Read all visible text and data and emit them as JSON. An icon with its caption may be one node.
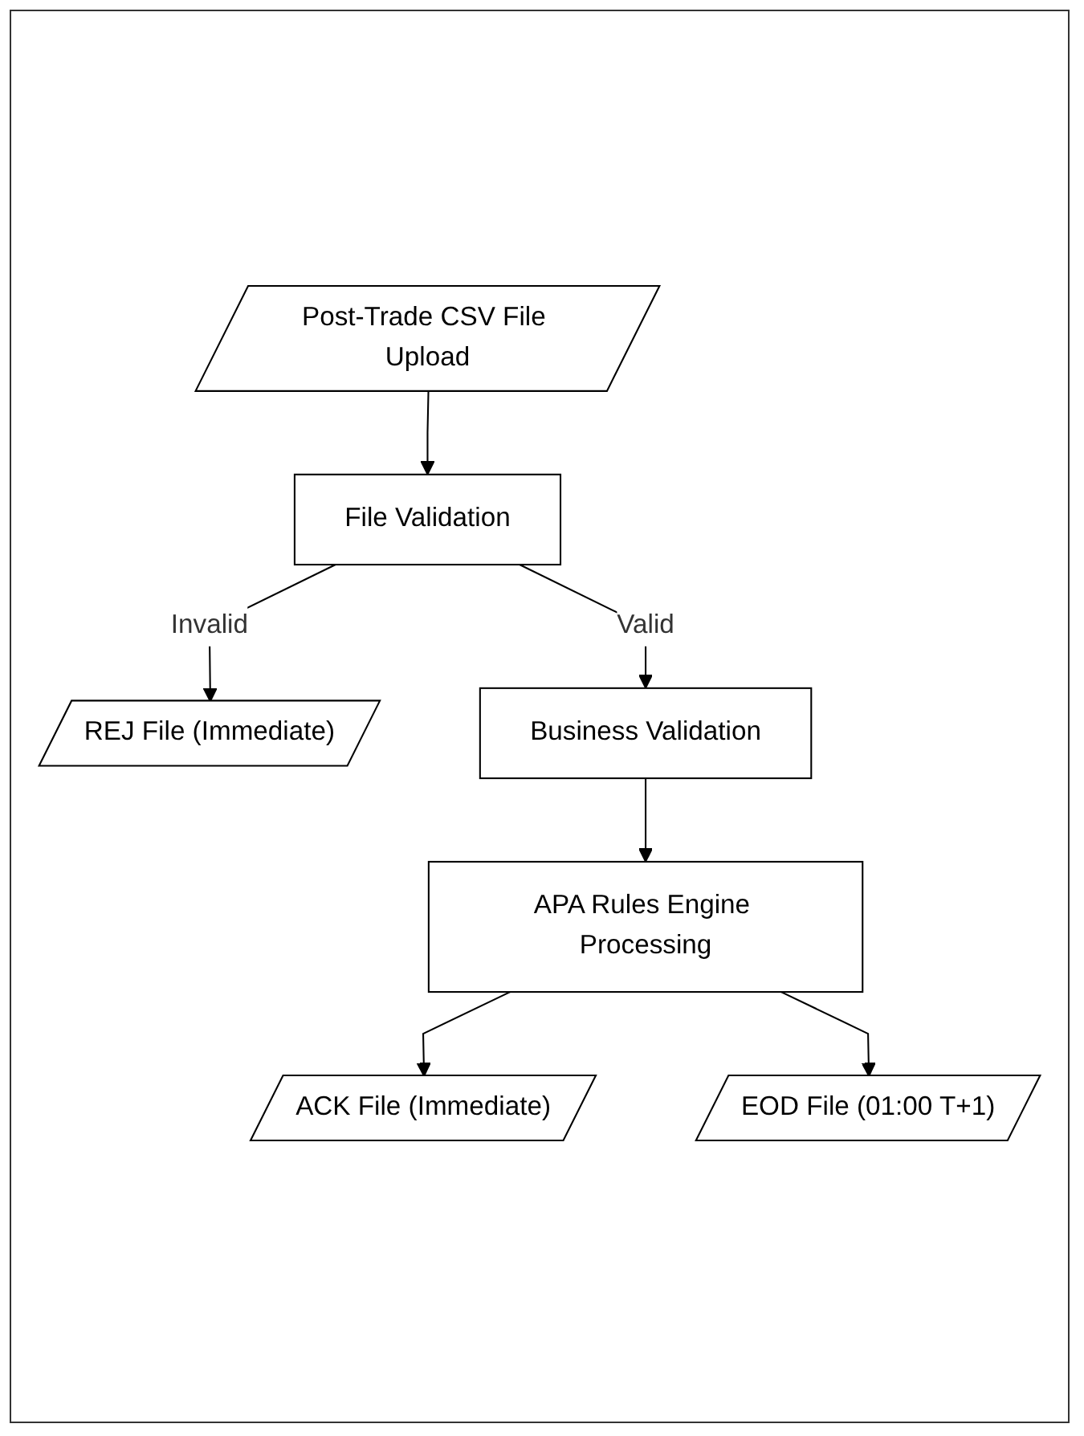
{
  "diagram": {
    "nodes": [
      {
        "text": [
          "Post-Trade CSV File Upload"
        ]
      },
      {
        "text": [
          "File Validation"
        ]
      },
      {
        "text": [
          "REJ File (Immediate)"
        ]
      },
      {
        "text": [
          "Business Validation"
        ]
      },
      {
        "text": [
          "APA Rules Engine Processing"
        ]
      },
      {
        "text": [
          "ACK File (Immediate)"
        ]
      },
      {
        "text": [
          "EOD File (01:00 T+1)"
        ]
      }
    ],
    "edges": [
      {
        "from": 0,
        "to": 1,
        "arrow": "to"
      },
      {
        "from": 1,
        "to": 2,
        "arrow": "to",
        "label": "Invalid"
      },
      {
        "from": 1,
        "to": 3,
        "arrow": "to",
        "label": "Valid"
      },
      {
        "from": 3,
        "to": 4,
        "arrow": "to"
      },
      {
        "from": 4,
        "to": 5,
        "arrow": "to"
      },
      {
        "from": 4,
        "to": 6,
        "arrow": "to"
      }
    ]
  }
}
